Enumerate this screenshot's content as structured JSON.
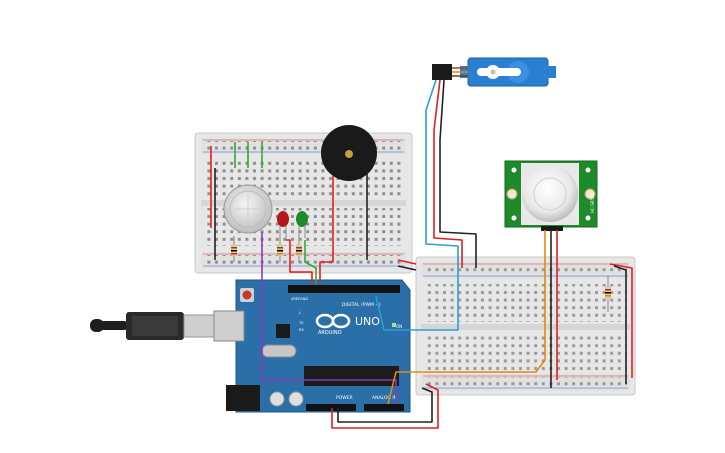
{
  "arduino": {
    "brand": "UNO",
    "logo_text": "ARDUINO",
    "digital_label": "DIGITAL (PWM ~)",
    "power_label": "POWER",
    "analog_label": "ANALOG IN",
    "on_label": "ON",
    "tx_label": "TX",
    "rx_label": "RX",
    "l_label": "L",
    "aref_label": "AREF",
    "gnd_label": "GND"
  },
  "pir": {
    "label": "HC-SR501"
  },
  "colors": {
    "board": "#2a6fa8",
    "breadboard": "#e6e6e6",
    "wire_red": "#e02020",
    "wire_black": "#222222",
    "wire_green": "#3aa63a",
    "wire_orange": "#e08a10",
    "wire_blue": "#2a9fd6",
    "wire_purple": "#8a3ab9",
    "servo": "#2b7fd0",
    "pir": "#1f8a2a"
  }
}
